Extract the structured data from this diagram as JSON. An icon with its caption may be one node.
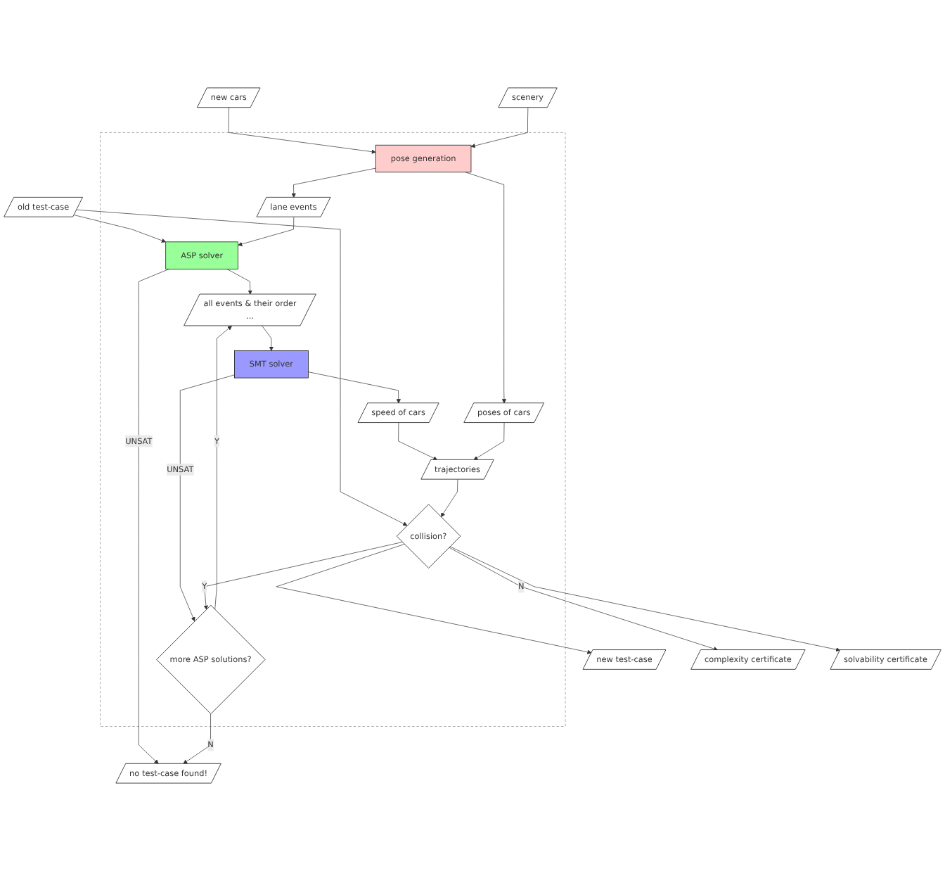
{
  "diagram": {
    "nodes": [
      {
        "text": [
          "new cars"
        ]
      },
      {
        "text": [
          "scenery"
        ]
      },
      {
        "text": [
          "old test-case"
        ]
      },
      {
        "text": [],
        "shape": "box"
      },
      {
        "text": [
          "pose generation"
        ],
        "in": 3
      },
      {
        "text": [
          "lane events"
        ],
        "in": 3
      },
      {
        "text": [
          "ASP solver"
        ],
        "in": 3
      },
      {
        "text": [
          "poses of cars"
        ],
        "in": 3
      },
      {
        "text": [
          "all events & their order",
          "..."
        ],
        "in": 3
      },
      {
        "text": [
          "more ASP solutions?"
        ],
        "in": 3
      },
      {
        "text": [
          "SMT solver"
        ],
        "in": 3
      },
      {
        "text": [
          "speed of cars"
        ],
        "in": 3
      },
      {
        "text": [
          "trajectories"
        ],
        "in": 3
      },
      {
        "text": [
          "collision?"
        ],
        "in": 3
      },
      {
        "text": [
          "new test-case"
        ]
      },
      {
        "text": [
          "complexity certificate"
        ]
      },
      {
        "text": [
          "solvability certificate"
        ]
      },
      {
        "text": [
          "no test-case found!"
        ]
      }
    ],
    "edges": [
      {
        "from": 0,
        "to": 4,
        "arrow": "to"
      },
      {
        "from": 1,
        "to": 4,
        "arrow": "to"
      },
      {
        "from": 2,
        "to": 6,
        "arrow": "to"
      },
      {
        "from": 2,
        "to": 13,
        "arrow": "to"
      },
      {
        "from": 4,
        "to": 5,
        "arrow": "to"
      },
      {
        "from": 4,
        "to": 7,
        "arrow": "to"
      },
      {
        "from": 5,
        "to": 6,
        "arrow": "to"
      },
      {
        "from": 6,
        "to": 8,
        "arrow": "to"
      },
      {
        "from": 6,
        "to": 17,
        "label": "UNSAT",
        "arrow": "to"
      },
      {
        "from": 9,
        "to": 8,
        "label": "Y",
        "arrow": "to"
      },
      {
        "from": 9,
        "to": 17,
        "label": "N",
        "arrow": "to"
      },
      {
        "from": 8,
        "to": 10,
        "arrow": "to"
      },
      {
        "from": 10,
        "to": 11,
        "arrow": "to"
      },
      {
        "from": 10,
        "to": 9,
        "label": "UNSAT",
        "arrow": "to"
      },
      {
        "from": 11,
        "to": 12,
        "arrow": "to"
      },
      {
        "from": 7,
        "to": 12,
        "arrow": "to"
      },
      {
        "from": 12,
        "to": 13,
        "arrow": "to"
      },
      {
        "from": 13,
        "to": 9,
        "label": "Y",
        "arrow": "to"
      },
      {
        "from": 13,
        "to": 14,
        "arrow": "to"
      },
      {
        "from": 13,
        "to": 15,
        "label": "N",
        "arrow": "to"
      },
      {
        "from": 13,
        "to": 16,
        "arrow": "to"
      }
    ]
  }
}
